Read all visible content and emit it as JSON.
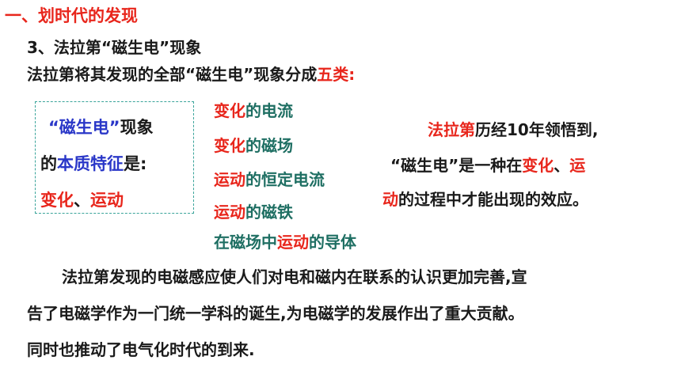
{
  "section_title": "一、划时代的发现",
  "subheading": "3、法拉第“磁生电”现象",
  "intro": {
    "text": "法拉第将其发现的全部“磁生电”现象分成",
    "highlight": "五类",
    "colon": ":"
  },
  "box": {
    "line1_quote": "“磁生电”",
    "line1_rest": "现象",
    "line2_pre": "的",
    "line2_highlight": "本质特征",
    "line2_post": "是:",
    "line3_a": "变化",
    "line3_sep": "、",
    "line3_b": "运动"
  },
  "categories": [
    {
      "parts": [
        {
          "text": "变化",
          "color": "red"
        },
        {
          "text": "的电流",
          "color": "teal"
        }
      ]
    },
    {
      "parts": [
        {
          "text": "变化",
          "color": "red"
        },
        {
          "text": "的磁场",
          "color": "teal"
        }
      ]
    },
    {
      "parts": [
        {
          "text": "运动",
          "color": "red"
        },
        {
          "text": "的恒定电流",
          "color": "teal"
        }
      ]
    },
    {
      "parts": [
        {
          "text": "运动",
          "color": "red"
        },
        {
          "text": "的磁铁",
          "color": "teal"
        }
      ]
    },
    {
      "parts": [
        {
          "text": "在磁场中",
          "color": "teal"
        },
        {
          "text": "运动",
          "color": "red"
        },
        {
          "text": "的导体",
          "color": "teal"
        }
      ]
    }
  ],
  "side_note": {
    "l1_name": "法拉第",
    "l1_rest": "历经10年领悟到,",
    "l2_pre": "“磁生电”是一种在",
    "l2_a": "变化",
    "l2_sep": "、",
    "l2_b": "运",
    "l3_a": "动",
    "l3_rest": "的过程中才能出现的效应。"
  },
  "paragraph": [
    "法拉第发现的电磁感应使人们对电和磁内在联系的认识更加完善,宣",
    "告了电磁学作为一门统一学科的诞生,为电磁学的发展作出了重大贡献。",
    "同时也推动了电气化时代的到来."
  ],
  "colors": {
    "red": "#e8261c",
    "teal": "#1f6f63",
    "blue": "#2a37c8",
    "text": "#1a1a1a"
  }
}
